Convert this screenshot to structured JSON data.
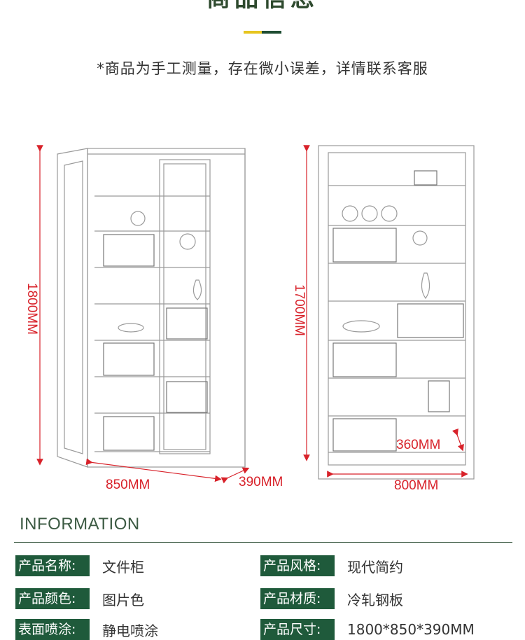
{
  "header": {
    "title": "商品信息",
    "note": "*商品为手工测量，存在微小误差，详情联系客服",
    "accent_yellow": "#e7c51f",
    "accent_green": "#1f4d33"
  },
  "dimensions": {
    "left_height": "1800MM",
    "left_width": "850MM",
    "left_depth": "390MM",
    "right_height": "1700MM",
    "right_width": "800MM",
    "right_shelf_depth": "360MM",
    "color": "#d8222a"
  },
  "info": {
    "heading": "INFORMATION",
    "rows": [
      {
        "label": "产品名称:",
        "value": "文件柜"
      },
      {
        "label": "产品风格:",
        "value": "现代简约"
      },
      {
        "label": "产品颜色:",
        "value": "图片色"
      },
      {
        "label": "产品材质:",
        "value": "冷轧钢板"
      },
      {
        "label": "表面喷涂:",
        "value": "静电喷涂"
      },
      {
        "label": "产品尺寸:",
        "value": "1800*850*390MM"
      }
    ],
    "label_color": "#1f5a3b"
  }
}
